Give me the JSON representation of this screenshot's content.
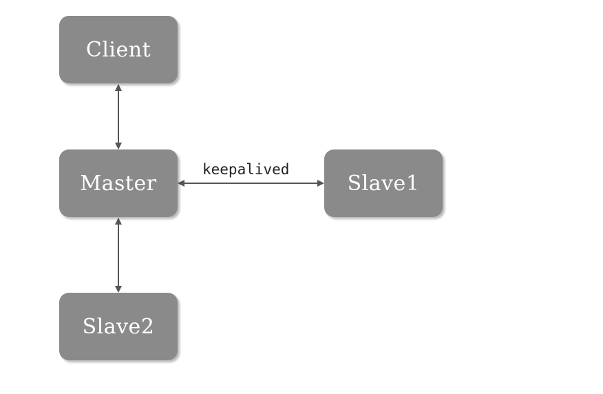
{
  "nodes": {
    "client": "Client",
    "master": "Master",
    "slave1": "Slave1",
    "slave2": "Slave2"
  },
  "edges": {
    "master_slave1_label": "keepalived"
  },
  "colors": {
    "node_fill": "#8a8a8a",
    "node_text": "#ffffff",
    "arrow": "#555555"
  }
}
